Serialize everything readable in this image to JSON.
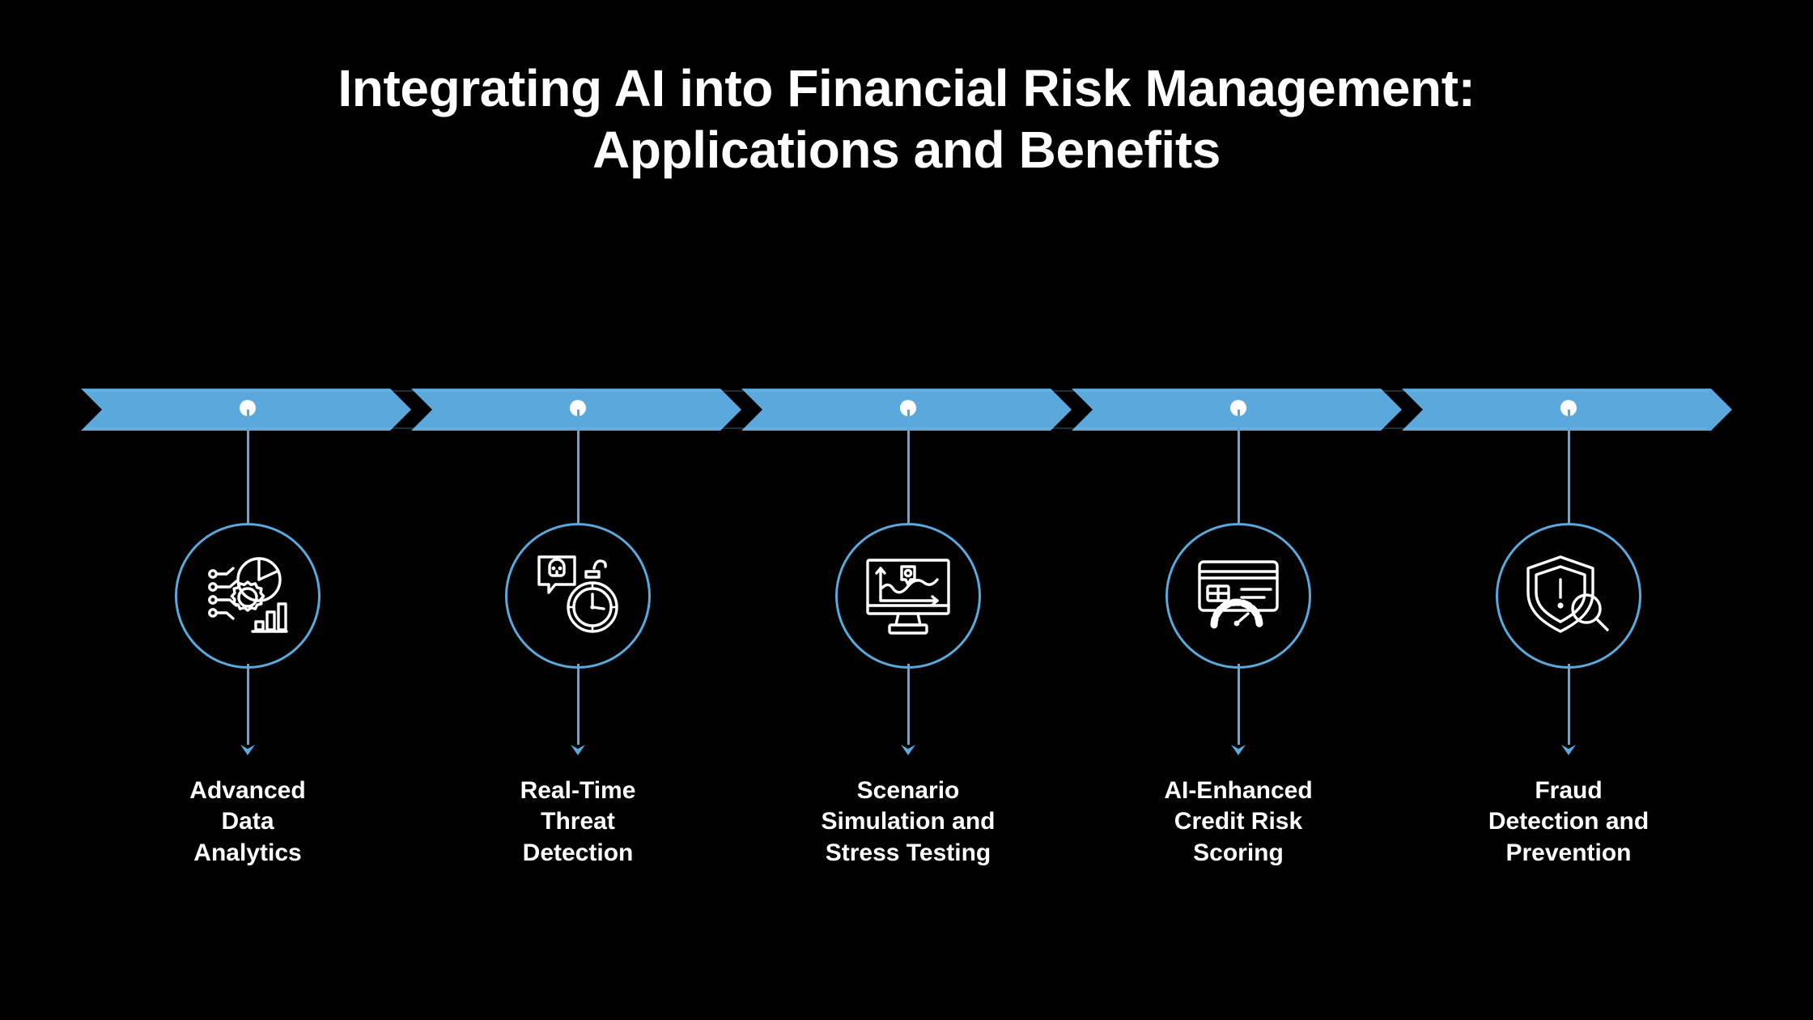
{
  "title": {
    "line1": "Integrating AI into Financial Risk Management:",
    "line2": "Applications and Benefits"
  },
  "colors": {
    "background": "#000000",
    "accent_blue": "#5BA8DC",
    "band_fill": "#5BA8DC",
    "text": "#ffffff",
    "node_dot": "#ffffff"
  },
  "diagram": {
    "type": "horizontal-process-timeline",
    "step_count": 5,
    "steps": [
      {
        "index": 1,
        "icon": "data-analytics-icon",
        "label_lines": [
          "Advanced",
          "Data",
          "Analytics"
        ],
        "label_text": "Advanced Data Analytics"
      },
      {
        "index": 2,
        "icon": "threat-clock-icon",
        "label_lines": [
          "Real-Time",
          "Threat",
          "Detection"
        ],
        "label_text": "Real-Time Threat Detection"
      },
      {
        "index": 3,
        "icon": "monitor-chart-icon",
        "label_lines": [
          "Scenario",
          "Simulation and",
          "Stress Testing"
        ],
        "label_text": "Scenario Simulation and Stress Testing"
      },
      {
        "index": 4,
        "icon": "credit-card-gauge-icon",
        "label_lines": [
          "AI-Enhanced",
          "Credit Risk",
          "Scoring"
        ],
        "label_text": "AI-Enhanced Credit Risk Scoring"
      },
      {
        "index": 5,
        "icon": "shield-magnifier-icon",
        "label_lines": [
          "Fraud",
          "Detection and",
          "Prevention"
        ],
        "label_text": "Fraud Detection and Prevention"
      }
    ]
  }
}
